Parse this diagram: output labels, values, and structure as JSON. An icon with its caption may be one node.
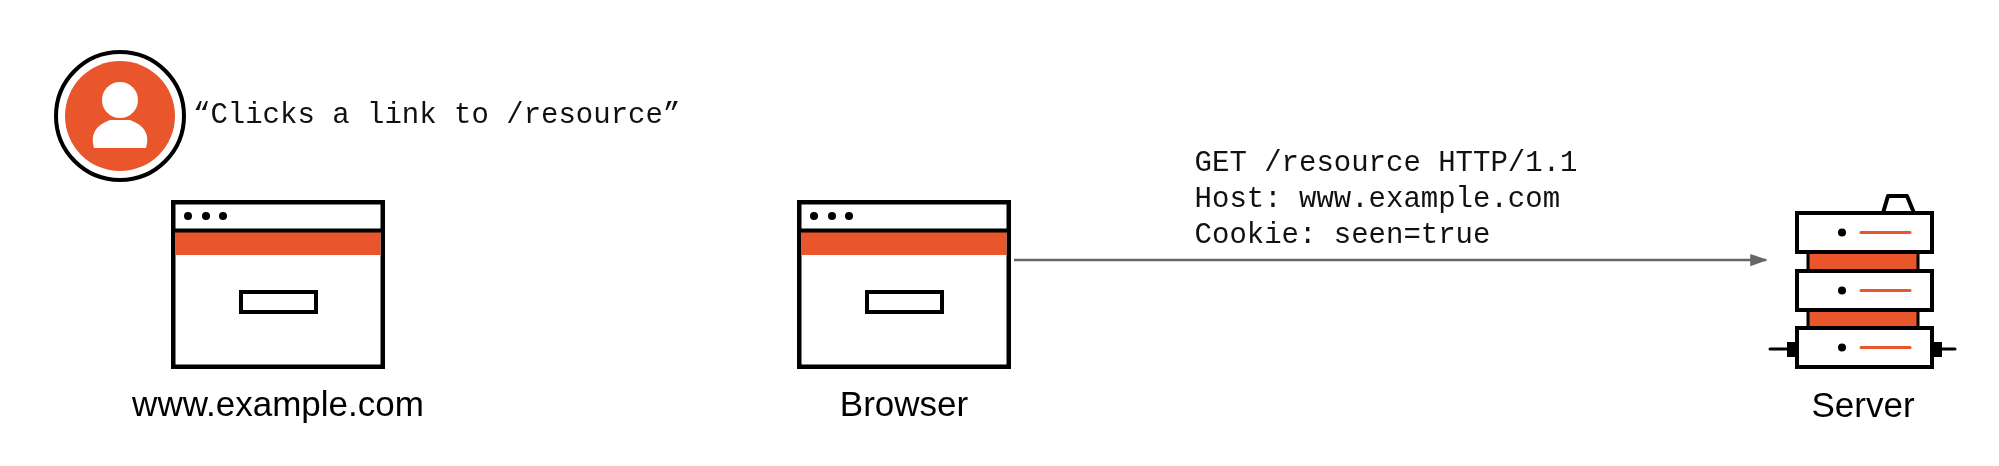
{
  "diagram": {
    "nodes": [
      {
        "text": [],
        "shape": "person",
        "beside": [
          "“Clicks a link to /resource”"
        ]
      },
      {
        "text": [
          "www.example.com"
        ]
      },
      {
        "text": [
          "Browser"
        ]
      },
      {
        "text": [
          "Server"
        ]
      }
    ],
    "edges": [
      {
        "from": 2,
        "to": 3,
        "arrow": "to",
        "label": "GET /resource HTTP/1.1 Host: www.example.com Cookie: seen=true"
      }
    ]
  }
}
